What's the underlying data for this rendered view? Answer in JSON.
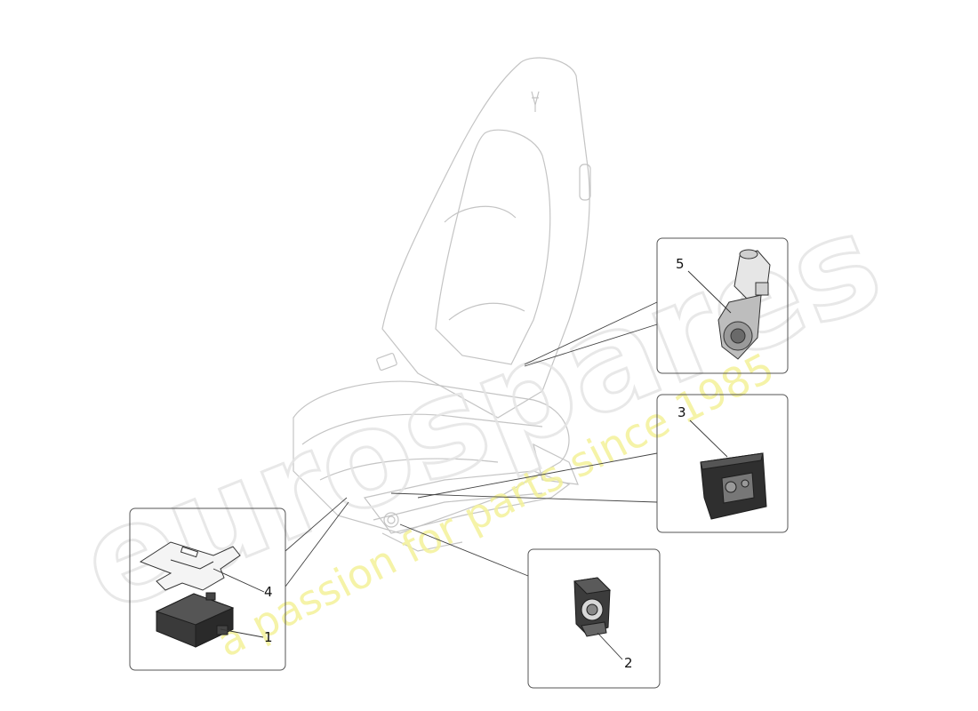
{
  "watermark": {
    "brand": "eurospares",
    "tagline": "a passion for parts since 1985"
  },
  "callouts": [
    {
      "id": "1",
      "label": "1"
    },
    {
      "id": "2",
      "label": "2"
    },
    {
      "id": "3",
      "label": "3"
    },
    {
      "id": "4",
      "label": "4"
    },
    {
      "id": "5",
      "label": "5"
    }
  ],
  "colors": {
    "line": "#333333",
    "sketch": "#bdbdbd",
    "part": "#2b2b2b",
    "watermark_tagline": "#f4f29a"
  }
}
